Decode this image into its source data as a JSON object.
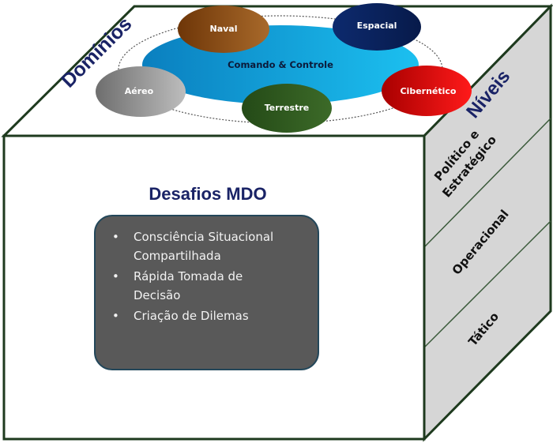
{
  "top": {
    "title": "Domínios",
    "center": "Comando & Controle",
    "domains": [
      "Naval",
      "Espacial",
      "Aéreo",
      "Terrestre",
      "Cibernético"
    ]
  },
  "side": {
    "title": "Níveis",
    "levels": [
      "Político e",
      "Estratégico",
      "Operacional",
      "Tático"
    ]
  },
  "front": {
    "title": "Desafios MDO",
    "bullet": "•",
    "lines": [
      "Consciência Situacional",
      "Compartilhada",
      "Rápida Tomada de",
      "Decisão",
      "Criação de Dilemas"
    ]
  },
  "colors": {
    "naval": "#8a4b0f",
    "espacial": "#0b2461",
    "aereo": "#8c8c8c",
    "terrestre": "#2f5a1f",
    "cibernetico": "#d40000",
    "center": "#19a6dc",
    "title": "#1a2366",
    "box": "#595959",
    "edge": "#1e3a1e"
  }
}
